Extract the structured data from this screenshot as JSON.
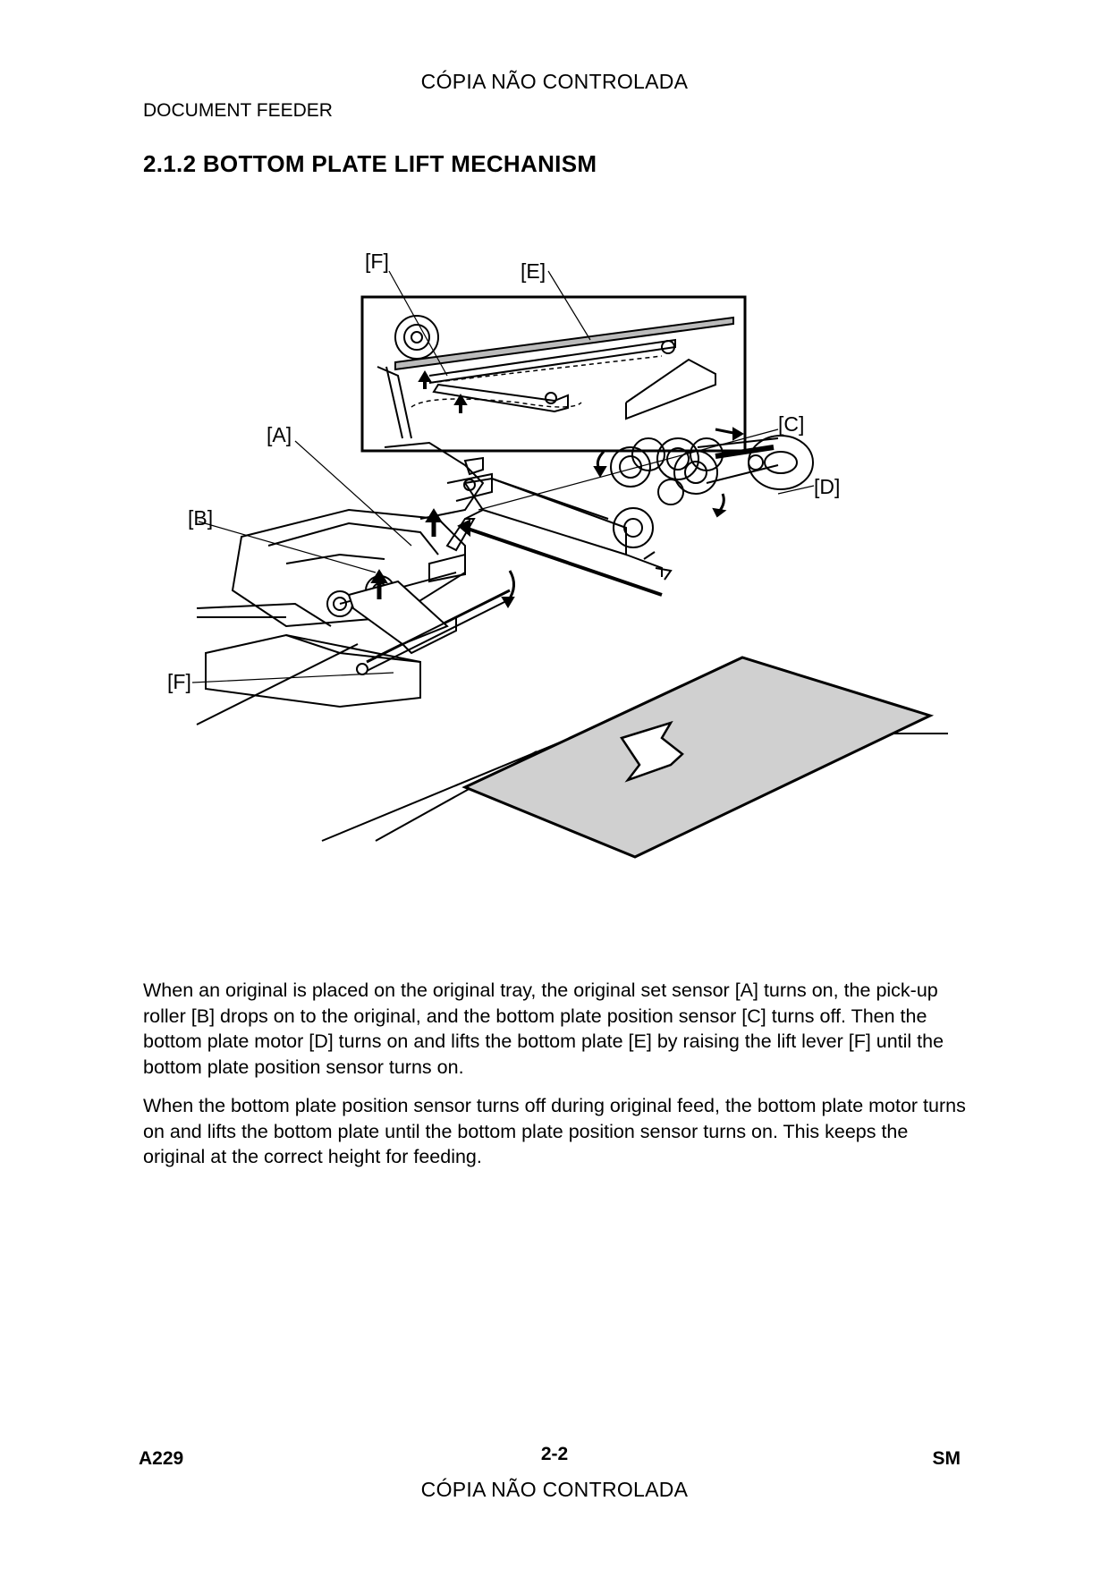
{
  "header": {
    "watermark_top": "CÓPIA NÃO CONTROLADA",
    "section_name": "DOCUMENT FEEDER"
  },
  "title": "2.1.2  BOTTOM PLATE LIFT MECHANISM",
  "figure": {
    "callouts": {
      "f_inset": "[F]",
      "e": "[E]",
      "c": "[C]",
      "a": "[A]",
      "d": "[D]",
      "b": "[B]",
      "f": "[F]"
    }
  },
  "body": {
    "paragraph_1": "When an original is placed on the original tray, the original set sensor [A] turns on, the pick-up roller [B] drops on to the original, and the bottom plate position sensor [C] turns off. Then the bottom plate motor [D] turns on and lifts the bottom plate [E] by raising the lift lever [F] until the bottom plate position sensor turns on.",
    "paragraph_2": "When the bottom plate position sensor turns off during original feed, the bottom plate motor turns on and lifts the bottom plate until the bottom plate position sensor turns on. This keeps the original at the correct height for feeding."
  },
  "footer": {
    "left": "A229",
    "center": "2-2",
    "right": "SM",
    "watermark_bottom": "CÓPIA NÃO CONTROLADA"
  }
}
